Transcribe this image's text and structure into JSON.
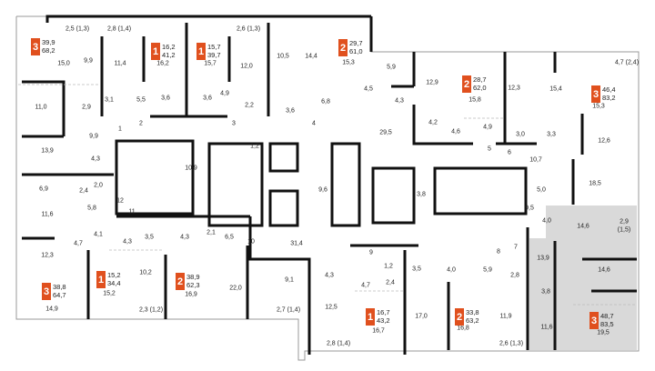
{
  "accent_color": "#e0501e",
  "highlight_color": "#d9d9d9",
  "apartments": [
    {
      "rooms": "3",
      "living": "39,9",
      "total": "68,2"
    },
    {
      "rooms": "1",
      "living": "16,2",
      "total": "41,2"
    },
    {
      "rooms": "1",
      "living": "15,7",
      "total": "39,7"
    },
    {
      "rooms": "2",
      "living": "29,7",
      "total": "61,0"
    },
    {
      "rooms": "2",
      "living": "28,7",
      "total": "62,0"
    },
    {
      "rooms": "3",
      "living": "46,4",
      "total": "83,2"
    },
    {
      "rooms": "3",
      "living": "38,8",
      "total": "64,7"
    },
    {
      "rooms": "1",
      "living": "15,2",
      "total": "34,4"
    },
    {
      "rooms": "2",
      "living": "38,9",
      "total": "62,3"
    },
    {
      "rooms": "1",
      "living": "16,7",
      "total": "43,2"
    },
    {
      "rooms": "2",
      "living": "33,8",
      "total": "63,2"
    },
    {
      "rooms": "3",
      "living": "48,7",
      "total": "83,5"
    }
  ],
  "labels": [
    "15,0",
    "2,5 (1,3)",
    "9,9",
    "2,8 (1,4)",
    "11,4",
    "16,2",
    "15,7",
    "2,6 (1,3)",
    "12,0",
    "10,5",
    "14,4",
    "15,3",
    "5,9",
    "12,9",
    "15,8",
    "12,3",
    "15,4",
    "4,7 (2,4)",
    "15,3",
    "11,0",
    "2,9",
    "3,1",
    "5,5",
    "3,6",
    "3,6",
    "4,9",
    "2,2",
    "3,6",
    "6,8",
    "4,5",
    "4,3",
    "4,2",
    "4,6",
    "4,9",
    "3,0",
    "3,3",
    "12,6",
    "1",
    "2",
    "3",
    "4",
    "29,5",
    "5",
    "6",
    "10,7",
    "18,5",
    "9,9",
    "13,9",
    "4,3",
    "10,9",
    "1,2",
    "9,6",
    "3,8",
    "5,0",
    "9,5",
    "6,9",
    "2,4",
    "2,0",
    "11,6",
    "5,8",
    "12",
    "11",
    "4,1",
    "4,3",
    "3,5",
    "4,3",
    "2,1",
    "6,5",
    "10",
    "31,4",
    "4,7",
    "12,3",
    "10,2",
    "22,0",
    "9,1",
    "15,2",
    "16,9",
    "14,9",
    "2,3 (1,2)",
    "2,7 (1,4)",
    "4,0",
    "14,6",
    "2,9",
    "(1,5)",
    "13,9",
    "14,6",
    "9",
    "8",
    "7",
    "1,2",
    "3,5",
    "4,0",
    "5,9",
    "2,8",
    "4,3",
    "4,7",
    "2,4",
    "12,5",
    "17,0",
    "11,9",
    "3,8",
    "11,6",
    "19,5",
    "16,7",
    "16,8",
    "2,8 (1,4)",
    "2,6 (1,3)"
  ]
}
